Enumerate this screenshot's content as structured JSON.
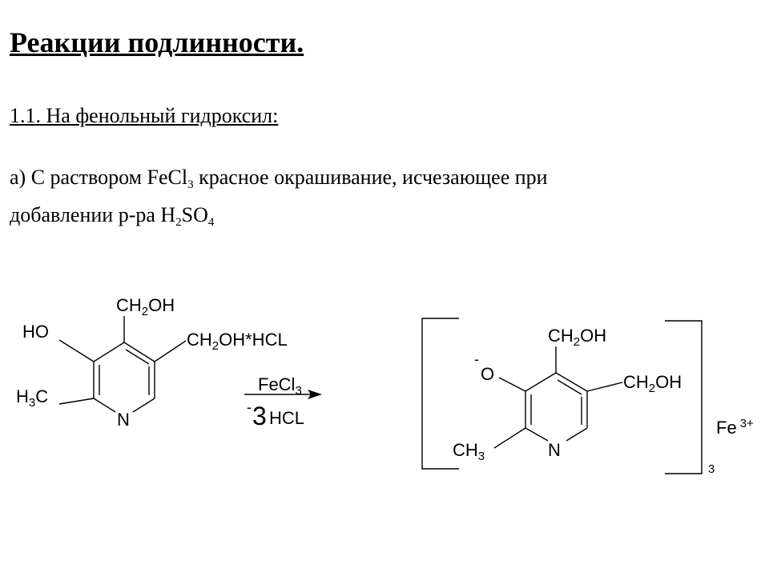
{
  "title": "Реакции подлинности.",
  "subtitle": "1.1. На фенольный гидроксил:",
  "text": {
    "line1_a": "а) С раствором FeCl",
    "line1_sub": "3",
    "line1_b": " красное окрашивание, исчезающее при",
    "line2_a": "добавлении р-ра H",
    "line2_sub1": "2",
    "line2_b": "SO",
    "line2_sub2": "4"
  },
  "reactant": {
    "ch2oh_top_a": "CH",
    "ch2oh_top_sub": "2",
    "ch2oh_top_b": "OH",
    "ho": "HO",
    "ch2oh_hcl_a": "CH",
    "ch2oh_hcl_sub": "2",
    "ch2oh_hcl_b": "OH*HCL",
    "h3c_a": "H",
    "h3c_sub": "3",
    "h3c_b": "C",
    "n": "N"
  },
  "arrow": {
    "reagent_a": "FeCl",
    "reagent_sub": "3",
    "minus": "-",
    "coef": "3",
    "byproduct": "HCL"
  },
  "product": {
    "ch2oh_top_a": "CH",
    "ch2oh_top_sub": "2",
    "ch2oh_top_b": "OH",
    "o_minus": "-",
    "o": "O",
    "ch2oh_right_a": "CH",
    "ch2oh_right_sub": "2",
    "ch2oh_right_b": "OH",
    "ch3_a": "CH",
    "ch3_sub": "3",
    "n": "N",
    "bracket_index": "3",
    "fe": "Fe",
    "fe_charge": "3+"
  }
}
